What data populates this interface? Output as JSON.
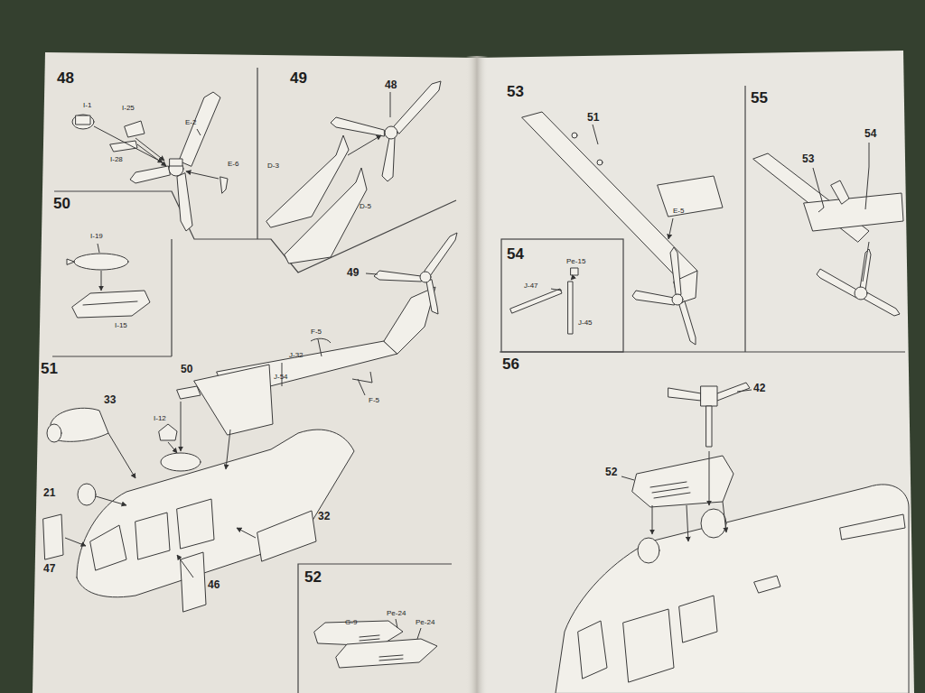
{
  "diagram": {
    "nodes": [
      {
        "text": [
          "48"
        ]
      },
      {
        "text": [
          "49"
        ]
      },
      {
        "text": [
          "50"
        ]
      },
      {
        "text": [
          "51"
        ]
      },
      {
        "text": [
          "52"
        ],
        "in": 3
      },
      {
        "text": [
          "53"
        ]
      },
      {
        "text": [
          "54"
        ],
        "in": 5
      },
      {
        "text": [
          "55"
        ]
      },
      {
        "text": [
          "56"
        ]
      }
    ],
    "labels": [
      "I-1",
      "I-25",
      "E-2",
      "I-28",
      "E-6",
      "48",
      "D-3",
      "D-5",
      "I-19",
      "I-15",
      "49",
      "F-5",
      "J-32",
      "J-54",
      "F-5",
      "50",
      "33",
      "I-12",
      "21",
      "32",
      "47",
      "46",
      "G-9",
      "Pe-24",
      "Pe-24",
      "51",
      "E-5",
      "Pe-15",
      "J-47",
      "J-45",
      "54",
      "53",
      "42",
      "52"
    ]
  }
}
